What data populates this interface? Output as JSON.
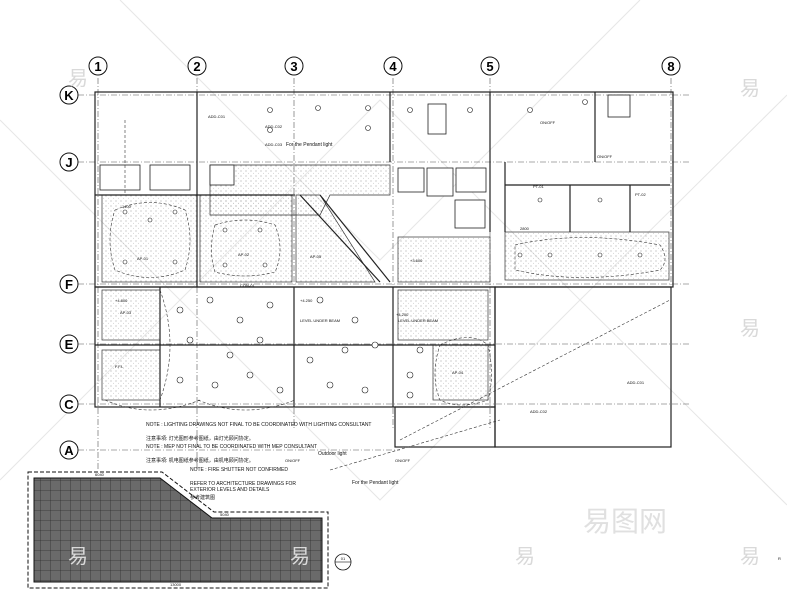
{
  "grid": {
    "columns": [
      "1",
      "2",
      "3",
      "4",
      "5",
      "8"
    ],
    "rows": [
      "K",
      "J",
      "F",
      "E",
      "C",
      "A"
    ]
  },
  "notes": {
    "lighting_en": "NOTE : LIGHTING DRAWINGS NOT FINAL TO BE COORDINATED WITH LIGHTING CONSULTANT",
    "lighting_cn": "注意事項:  灯光图形参考图纸，由灯光顾问协定。",
    "mep_en": "NOTE : MEP NOT FINAL TO BE COORDINATED WITH MEP CONSULTANT",
    "mep_cn": "注意事項:  机电图纸参考图纸，由机电顾问协定。",
    "fire_shutter": "NOTE : FIRE SHUTTER NOT CONFIRMED",
    "refer_en": "REFER TO ARCHITECTURE DRAWINGS FOR EXTERIOR LEVELS AND DETAILS",
    "refer_cn": "参考建筑图"
  },
  "annotations": {
    "pendant_1": "For the Pendant light",
    "pendant_2": "For the Pendant light",
    "outdoor": "Outdoor light",
    "level_under_beam_1": "LEVEL UNDER BEAM",
    "level_under_beam_2": "LEVEL UNDER BEAM",
    "on_off_1": "ON/OFF",
    "on_off_2": "ON/OFF",
    "on_off_3": "ON/OFF",
    "on_off_4": "ON/OFF",
    "add_c01": "ADD-C01",
    "add_c02": "ADD-C02",
    "add_c03": "ADD-C03",
    "ap01": "AP-01",
    "ap02": "AP-02",
    "ap03": "AP-03",
    "ap04": "AP-04",
    "ap05": "AP-05",
    "pt01": "PT-01",
    "pt02": "PT-02",
    "elev_4800": "+4.800",
    "elev_4250": "+4.250",
    "elev_4200": "+4.200",
    "elev_3600": "+3.600",
    "ffl": "F.F.L",
    "con01": "CON-01",
    "dim_2800": "2800",
    "dim_1400": "1400",
    "dim_6040": "6040",
    "dim_13000": "13000",
    "dim_5040": "5040",
    "section": "01",
    "corner_mark": "R"
  },
  "watermark": {
    "char": "易",
    "brand": "易图网"
  },
  "colors": {
    "line": "#222222",
    "grid": "#555555",
    "hatch": "#9a9a9a",
    "tile": "#5a5a5a",
    "watermark": "#dcdcdc"
  }
}
